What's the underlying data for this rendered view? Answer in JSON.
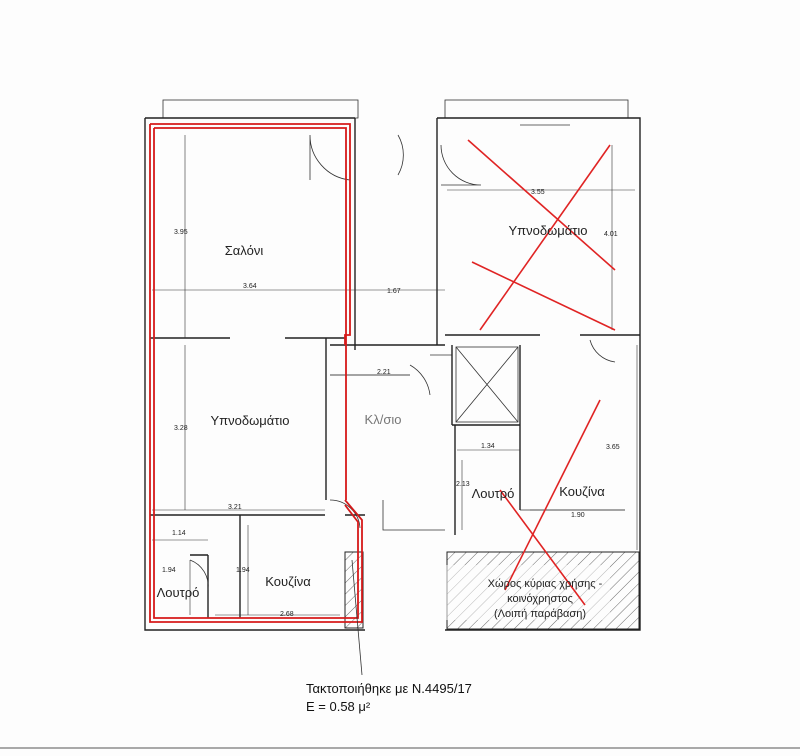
{
  "rooms": {
    "saloni": "Σαλόνι",
    "bedroom_left": "Υπνοδωμάτιο",
    "kitchen_left": "Κουζίνα",
    "bath_left": "Λουτρό",
    "hall": "Κλ/σιο",
    "bedroom_right": "Υπνοδωμάτιο",
    "bath_right": "Λουτρό",
    "kitchen_right": "Κουζίνα"
  },
  "shared_area": {
    "line1": "Χώρος κύριας χρήσης -",
    "line2": "κοινόχρηστος",
    "line3": "(Λοιπή παράβαση)"
  },
  "dimensions": {
    "d395": "3.95",
    "d364": "3.64",
    "d167": "1.67",
    "d328": "3.28",
    "d321": "3.21",
    "d221": "2.21",
    "d114": "1.14",
    "d194a": "1.94",
    "d194b": "1.94",
    "d268": "2.68",
    "d355": "3.55",
    "d401": "4.01",
    "d134": "1.34",
    "d213": "2.13",
    "d365": "3.65",
    "d190": "1.90"
  },
  "note": {
    "line1": "Τακτοποιήθηκε με Ν.4495/17",
    "line2": "Ε = 0.58 μ²"
  },
  "colors": {
    "legalized_outline": "#d61a1a",
    "violation_cross": "#e02424",
    "walls": "#222222"
  }
}
